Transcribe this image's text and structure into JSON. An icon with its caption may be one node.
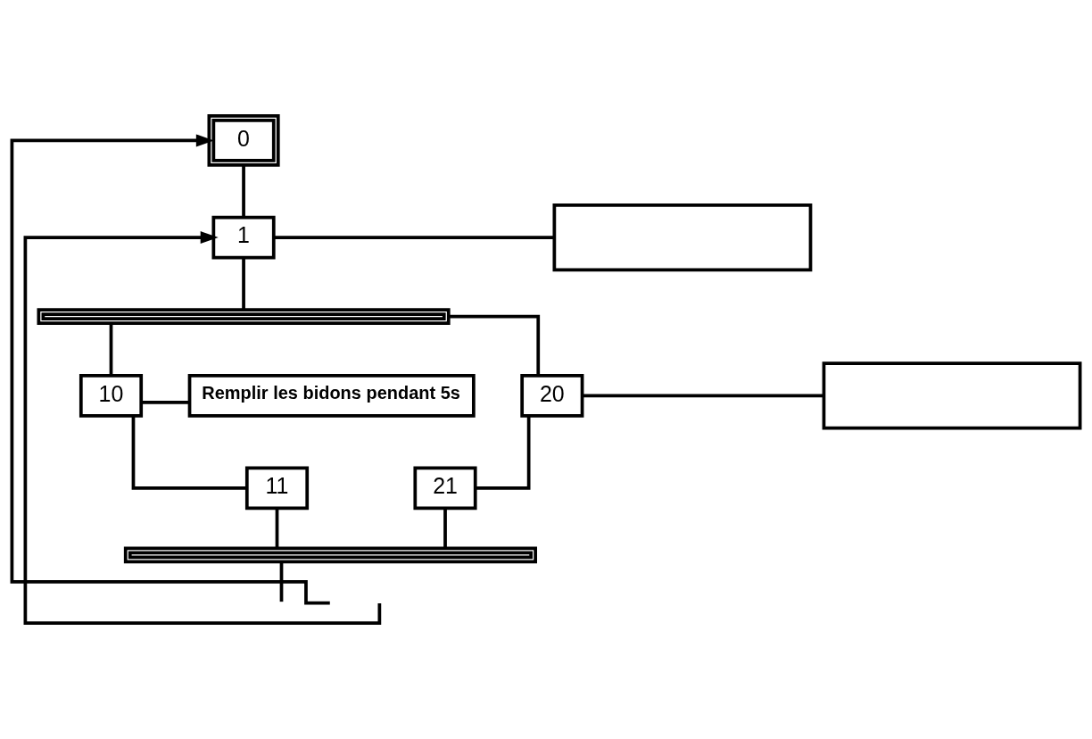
{
  "diagram": {
    "nodes": [
      {
        "text": [
          "0"
        ]
      },
      {
        "text": [
          "1"
        ]
      },
      {
        "text": [],
        "shape": "box"
      },
      {
        "text": [],
        "shape": "bar"
      },
      {
        "text": [
          "10"
        ]
      },
      {
        "text": [
          "Remplir les bidons pendant 5s"
        ]
      },
      {
        "text": [
          "20"
        ]
      },
      {
        "text": [],
        "shape": "box"
      },
      {
        "text": [
          "11"
        ]
      },
      {
        "text": [
          "21"
        ]
      },
      {
        "text": [],
        "shape": "bar"
      }
    ],
    "edges": [
      {
        "from": 0,
        "to": 1,
        "arrow": "none"
      },
      {
        "from": 1,
        "to": 2,
        "arrow": "none"
      },
      {
        "from": 1,
        "to": 3,
        "arrow": "none"
      },
      {
        "from": 3,
        "to": 4,
        "arrow": "none"
      },
      {
        "from": 3,
        "to": 6,
        "arrow": "none"
      },
      {
        "from": 4,
        "to": 5,
        "arrow": "none"
      },
      {
        "from": 6,
        "to": 7,
        "arrow": "none"
      },
      {
        "from": 4,
        "to": 8,
        "arrow": "none"
      },
      {
        "from": 6,
        "to": 9,
        "arrow": "none"
      },
      {
        "from": 8,
        "to": 10,
        "arrow": "none"
      },
      {
        "from": 9,
        "to": 10,
        "arrow": "none"
      },
      {
        "from": 10,
        "to": null,
        "arrow": "none"
      },
      {
        "from": null,
        "to": 0,
        "arrow": "to"
      },
      {
        "from": null,
        "to": 1,
        "arrow": "to"
      }
    ]
  }
}
